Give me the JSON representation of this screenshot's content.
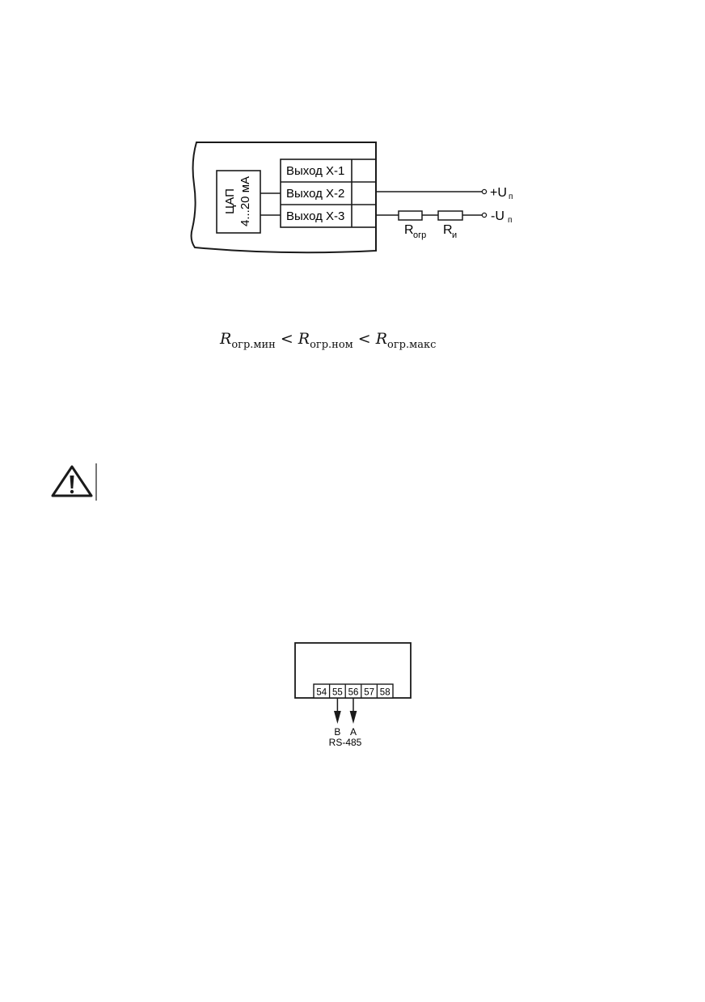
{
  "dac_diagram": {
    "dac_label_line1": "ЦАП",
    "dac_label_line2": "4...20 мА",
    "outputs": [
      "Выход Х-1",
      "Выход Х-2",
      "Выход Х-3"
    ],
    "plus_supply": "+U",
    "minus_supply": "-U",
    "supply_subscript": "п",
    "resistor_main": "R",
    "resistor_limit_sub": "огр",
    "resistor_meter_sub": "и"
  },
  "formula": {
    "symbol": "R",
    "min_sub": "огр.мин",
    "nom_sub": "огр.ном",
    "max_sub": "огр.макс",
    "operator": "<"
  },
  "warning": {
    "icon": "warning-triangle-icon"
  },
  "rs485_diagram": {
    "terminals": [
      "54",
      "55",
      "56",
      "57",
      "58"
    ],
    "label_b": "B",
    "label_a": "A",
    "interface": "RS-485"
  }
}
